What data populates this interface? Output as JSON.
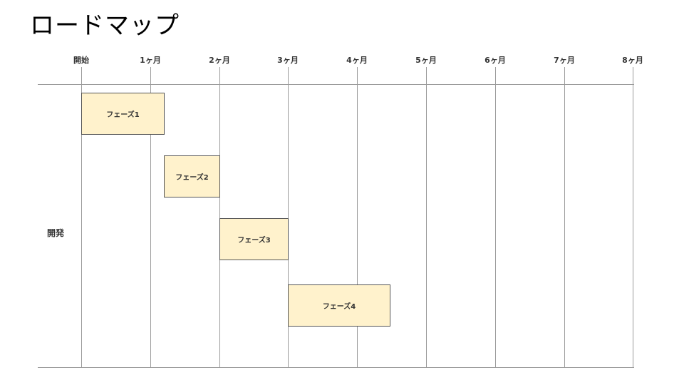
{
  "title": "ロードマップ",
  "timeline": {
    "months": [
      "開始",
      "1ヶ月",
      "2ヶ月",
      "3ヶ月",
      "4ヶ月",
      "5ヶ月",
      "6ヶ月",
      "7ヶ月",
      "8ヶ月"
    ]
  },
  "lanes": [
    {
      "label": "開発",
      "phases": [
        {
          "label": "フェーズ1",
          "start": 0.0,
          "end": 1.2
        },
        {
          "label": "フェーズ2",
          "start": 1.2,
          "end": 2.0
        },
        {
          "label": "フェーズ3",
          "start": 2.0,
          "end": 3.0
        },
        {
          "label": "フェーズ4",
          "start": 3.0,
          "end": 4.47
        }
      ]
    }
  ],
  "colors": {
    "phase_fill": "#fff2cc",
    "phase_border": "#555555",
    "grid_line": "#9a9a9a"
  }
}
